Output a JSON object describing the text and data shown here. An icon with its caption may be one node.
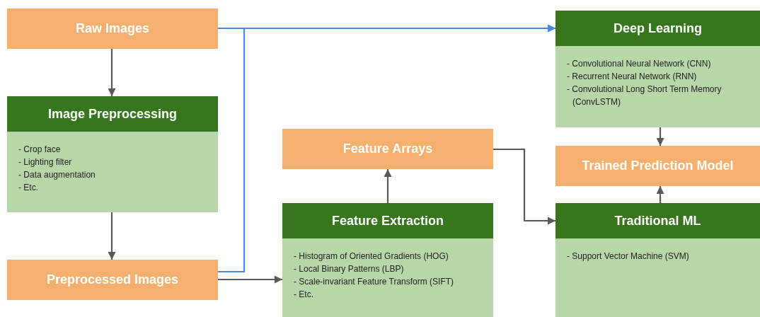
{
  "diagram": {
    "nodes": [
      {
        "text": [
          "Raw Images"
        ]
      },
      {
        "text": [
          "Image Preprocessing",
          "- Crop face",
          "- Lighting filter",
          "- Data augmentation",
          "- Etc."
        ]
      },
      {
        "text": [
          "Preprocessed Images"
        ]
      },
      {
        "text": [
          "Feature Arrays"
        ]
      },
      {
        "text": [
          "Feature Extraction",
          "- Histogram of Oriented Gradients (HOG)",
          "- Local Binary Patterns (LBP)",
          "- Scale-invariant Feature Transform (SIFT)",
          "- Etc."
        ]
      },
      {
        "text": [
          "Deep Learning",
          "- Convolutional Neural Network (CNN)",
          "- Recurrent Neural Network (RNN)",
          "- Convolutional Long Short Term Memory (ConvLSTM)"
        ]
      },
      {
        "text": [
          "Trained Prediction Model"
        ]
      },
      {
        "text": [
          "Traditional ML",
          "- Support Vector Machine (SVM)"
        ]
      }
    ],
    "edges": [
      {
        "from": 0,
        "to": 1,
        "arrow": "to"
      },
      {
        "from": 1,
        "to": 2,
        "arrow": "to"
      },
      {
        "from": 0,
        "to": 5,
        "arrow": "to",
        "color": "#4a86e8"
      },
      {
        "from": 2,
        "to": 5,
        "arrow": "to",
        "color": "#4a86e8"
      },
      {
        "from": 2,
        "to": 4,
        "arrow": "to"
      },
      {
        "from": 4,
        "to": 3,
        "arrow": "to"
      },
      {
        "from": 3,
        "to": 7,
        "arrow": "to"
      },
      {
        "from": 5,
        "to": 6,
        "arrow": "to"
      },
      {
        "from": 7,
        "to": 6,
        "arrow": "to"
      }
    ]
  }
}
